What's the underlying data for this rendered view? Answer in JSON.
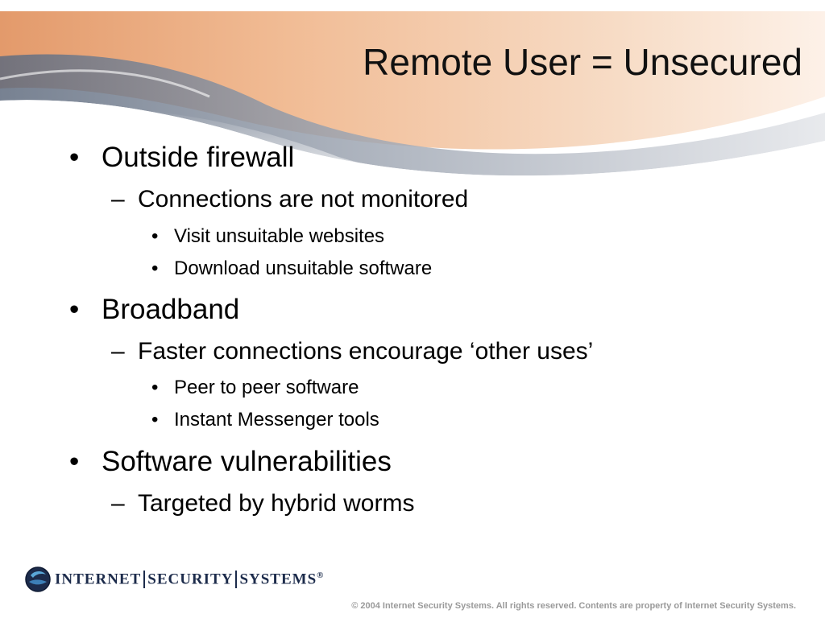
{
  "slide": {
    "title": "Remote User = Unsecured",
    "bullets": [
      {
        "level": 1,
        "marker": "•",
        "text": "Outside firewall"
      },
      {
        "level": 2,
        "marker": "–",
        "text": "Connections are not monitored"
      },
      {
        "level": 3,
        "marker": "•",
        "text": "Visit unsuitable websites"
      },
      {
        "level": 3,
        "marker": "•",
        "text": "Download unsuitable software"
      },
      {
        "level": 1,
        "marker": "•",
        "text": "Broadband"
      },
      {
        "level": 2,
        "marker": "–",
        "text": "Faster connections encourage ‘other uses’"
      },
      {
        "level": 3,
        "marker": "•",
        "text": "Peer to peer software"
      },
      {
        "level": 3,
        "marker": "•",
        "text": "Instant Messenger tools"
      },
      {
        "level": 1,
        "marker": "•",
        "text": "Software vulnerabilities"
      },
      {
        "level": 2,
        "marker": "–",
        "text": "Targeted by hybrid worms"
      }
    ]
  },
  "footer": {
    "logo_parts": [
      "INTERNET",
      "SECURITY",
      "SYSTEMS"
    ],
    "logo_registered": "®",
    "copyright": "© 2004 Internet Security Systems. All rights reserved. Contents are property of Internet Security Systems."
  },
  "colors": {
    "header_peach": "#f3c9a8",
    "header_gray": "#8c95a4",
    "logo_navy": "#1c2b4b",
    "footer_text": "#9a9a9a"
  }
}
